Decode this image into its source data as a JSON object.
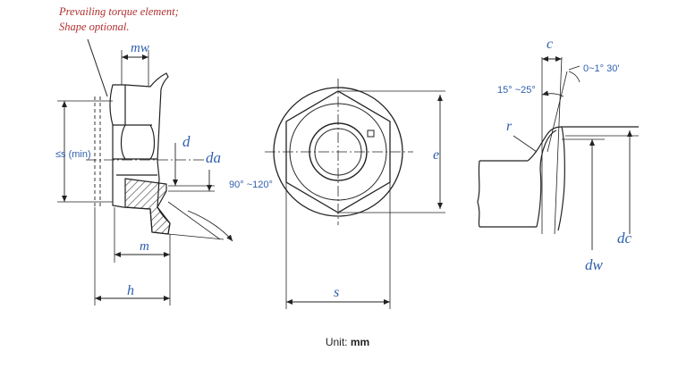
{
  "notes": {
    "line1": "Prevailing torque element;",
    "line2": "Shape optional."
  },
  "labels": {
    "mw": "mw",
    "s_min": "≤s (min)",
    "d": "d",
    "da": "da",
    "m": "m",
    "h": "h",
    "s": "s",
    "e": "e",
    "angle_90_120": "90° ~120°",
    "c": "c",
    "angle_0_1_30": "0~1° 30'",
    "angle_15_25": "15° ~25°",
    "r": "r",
    "dc": "dc",
    "dw": "dw"
  },
  "unit": {
    "prefix": "Unit: ",
    "value": "mm"
  },
  "colors": {
    "line": "#222222",
    "label": "#2e5fae",
    "note": "#b03030",
    "hatch": "#333333"
  }
}
